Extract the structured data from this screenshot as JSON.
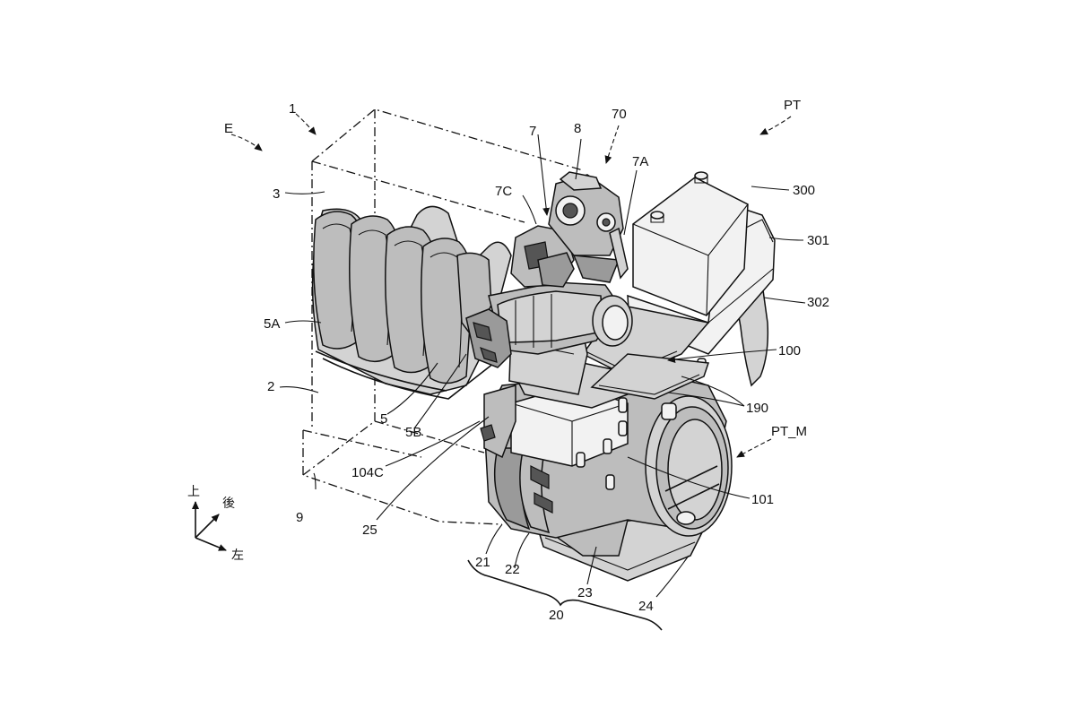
{
  "figure": {
    "labels": {
      "E": "E",
      "l1": "1",
      "l2": "2",
      "l3": "3",
      "l5": "5",
      "l5A": "5A",
      "l5B": "5B",
      "l7": "7",
      "l7A": "7A",
      "l7C": "7C",
      "l8": "8",
      "l9": "9",
      "l20": "20",
      "l21": "21",
      "l22": "22",
      "l23": "23",
      "l24": "24",
      "l25": "25",
      "l70": "70",
      "l100": "100",
      "l101": "101",
      "l104C": "104C",
      "l190": "190",
      "l300": "300",
      "l301": "301",
      "l302": "302",
      "PT": "PT",
      "PT_M": "PT_M"
    },
    "directions": {
      "up": "上",
      "back": "後",
      "left": "左"
    }
  }
}
